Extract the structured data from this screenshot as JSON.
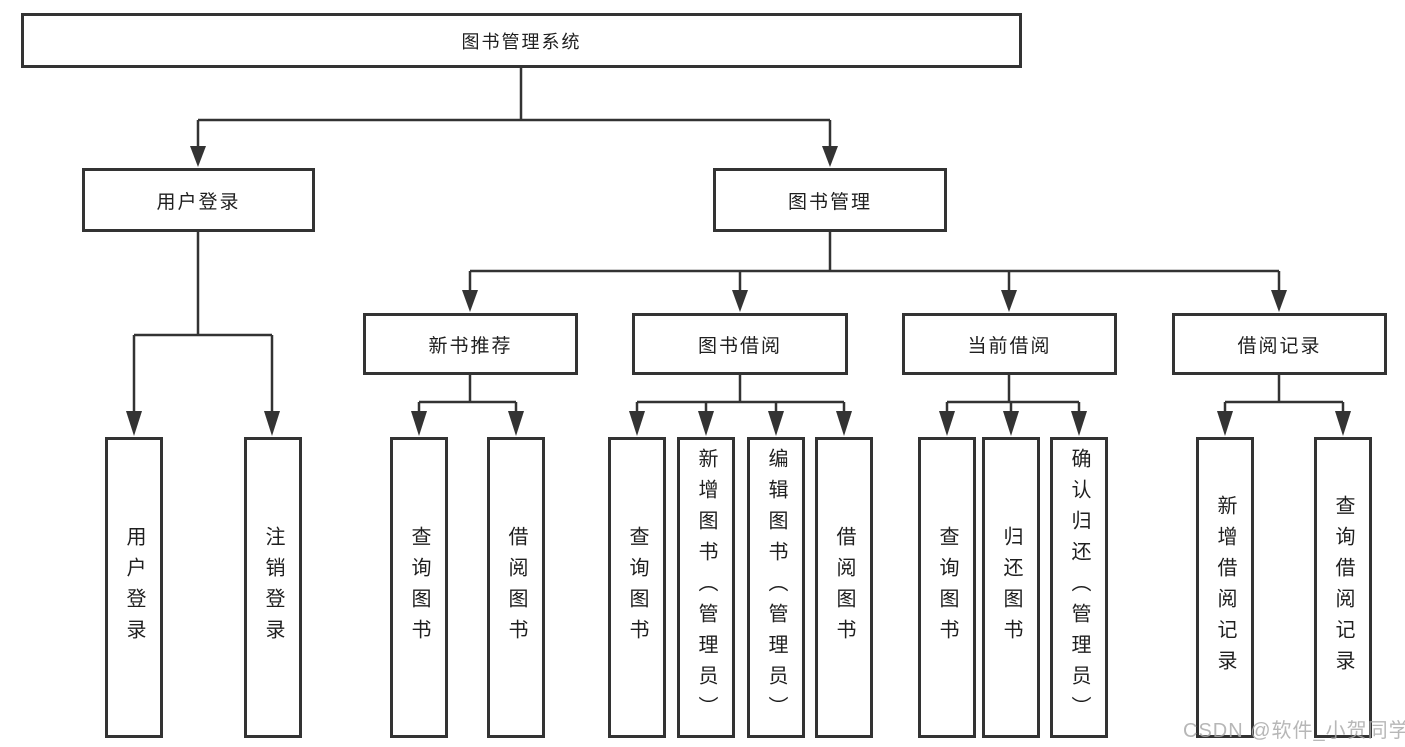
{
  "tree": {
    "root": {
      "label": "图书管理系统"
    },
    "children": [
      {
        "label": "用户登录",
        "children": [
          {
            "label": "用户登录"
          },
          {
            "label": "注销登录"
          }
        ]
      },
      {
        "label": "图书管理",
        "children": [
          {
            "label": "新书推荐",
            "children": [
              {
                "label": "查询图书"
              },
              {
                "label": "借阅图书"
              }
            ]
          },
          {
            "label": "图书借阅",
            "children": [
              {
                "label": "查询图书"
              },
              {
                "label": "新增图书（管理员）"
              },
              {
                "label": "编辑图书（管理员）"
              },
              {
                "label": "借阅图书"
              }
            ]
          },
          {
            "label": "当前借阅",
            "children": [
              {
                "label": "查询图书"
              },
              {
                "label": "归还图书"
              },
              {
                "label": "确认归还（管理员）"
              }
            ]
          },
          {
            "label": "借阅记录",
            "children": [
              {
                "label": "新增借阅记录"
              },
              {
                "label": "查询借阅记录"
              }
            ]
          }
        ]
      }
    ]
  },
  "watermark": {
    "text": "CSDN @软件_小贺同学"
  },
  "colors": {
    "background": "#ffffff",
    "box_border": "#333333",
    "connector_line": "#333333",
    "text": "#1f1f1f",
    "watermark": "#aaaaaa"
  }
}
